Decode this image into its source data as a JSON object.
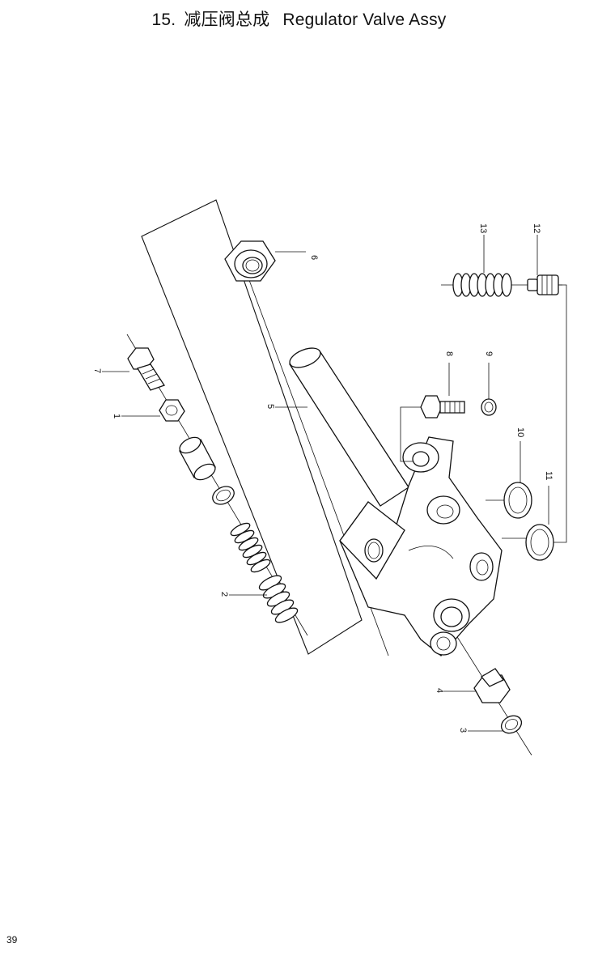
{
  "title": {
    "number": "15.",
    "chinese": "减压阀总成",
    "english": "Regulator Valve Assy"
  },
  "page_number": "39",
  "callouts": {
    "c1": "1",
    "c2": "2",
    "c3": "3",
    "c4": "4",
    "c5": "5",
    "c6": "6",
    "c7": "7",
    "c8": "8",
    "c9": "9",
    "c10": "10",
    "c11": "11",
    "c12": "12",
    "c13": "13"
  }
}
